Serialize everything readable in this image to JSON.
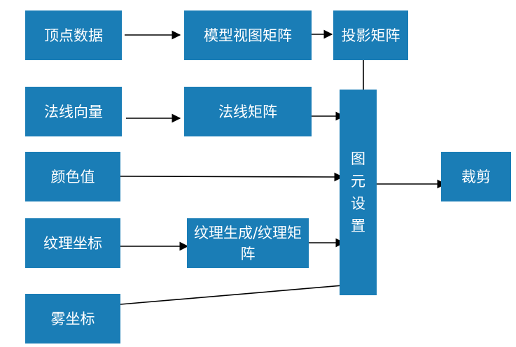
{
  "nodes": {
    "vertex": "顶点数据",
    "modelview": "模型视图矩阵",
    "projection": "投影矩阵",
    "normal": "法线向量",
    "normal_matrix": "法线矩阵",
    "color": "颜色值",
    "texcoord": "纹理坐标",
    "texgen": "纹理生成/纹理矩阵",
    "fog": "雾坐标",
    "primitive": "图元设置",
    "clipping": "裁剪"
  },
  "colors": {
    "box_fill": "#1a7db6",
    "box_text": "#ffffff",
    "arrow": "#000000"
  },
  "edges": [
    {
      "from": "vertex",
      "to": "modelview"
    },
    {
      "from": "modelview",
      "to": "projection"
    },
    {
      "from": "projection",
      "to": "primitive"
    },
    {
      "from": "normal",
      "to": "normal_matrix"
    },
    {
      "from": "normal_matrix",
      "to": "primitive"
    },
    {
      "from": "color",
      "to": "primitive"
    },
    {
      "from": "texcoord",
      "to": "texgen"
    },
    {
      "from": "texgen",
      "to": "primitive"
    },
    {
      "from": "fog",
      "to": "primitive"
    },
    {
      "from": "primitive",
      "to": "clipping"
    }
  ]
}
